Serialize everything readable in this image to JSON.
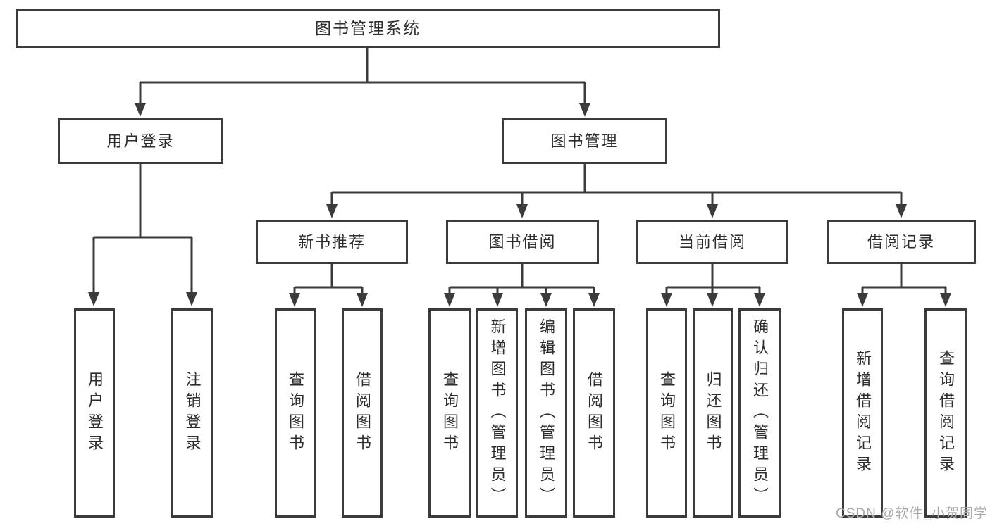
{
  "tree": {
    "root": {
      "label": "图书管理系统",
      "children": [
        {
          "label": "用户登录",
          "children": [
            {
              "label": "用户登录"
            },
            {
              "label": "注销登录"
            }
          ]
        },
        {
          "label": "图书管理",
          "children": [
            {
              "label": "新书推荐",
              "children": [
                {
                  "label": "查询图书"
                },
                {
                  "label": "借阅图书"
                }
              ]
            },
            {
              "label": "图书借阅",
              "children": [
                {
                  "label": "查询图书"
                },
                {
                  "label": "新增图书（管理员）"
                },
                {
                  "label": "编辑图书（管理员）"
                },
                {
                  "label": "借阅图书"
                }
              ]
            },
            {
              "label": "当前借阅",
              "children": [
                {
                  "label": "查询图书"
                },
                {
                  "label": "归还图书"
                },
                {
                  "label": "确认归还（管理员）"
                }
              ]
            },
            {
              "label": "借阅记录",
              "children": [
                {
                  "label": "新增借阅记录"
                },
                {
                  "label": "查询借阅记录"
                }
              ]
            }
          ]
        }
      ]
    }
  },
  "watermark": {
    "text": "CSDN @软件_小贺同学"
  },
  "colors": {
    "line": "#3b3b3b",
    "text": "#2d2d2d",
    "watermark": "#a9a9a9",
    "background": "#ffffff"
  }
}
